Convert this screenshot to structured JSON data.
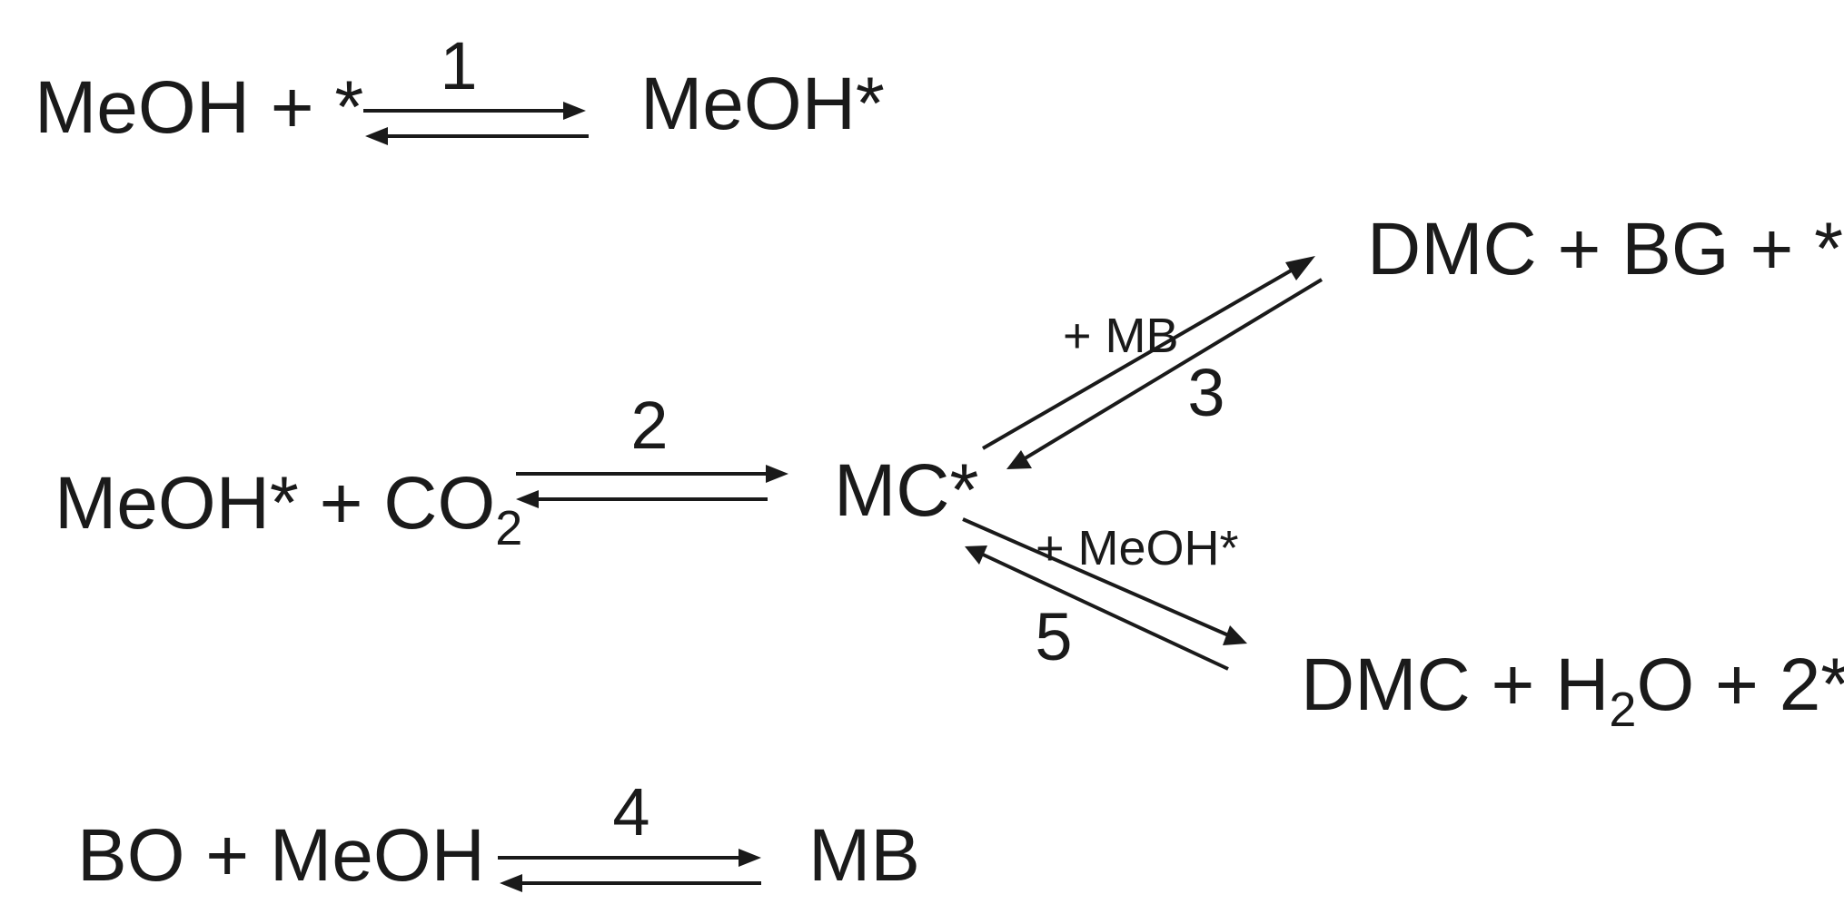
{
  "reactions": {
    "r1": {
      "reactant": "MeOH + *",
      "product": "MeOH*",
      "step": "1"
    },
    "r2": {
      "reactant_main": "MeOH* + CO",
      "reactant_sub": "2",
      "product": "MC*",
      "step": "2"
    },
    "r3": {
      "condition": "+ MB",
      "product": "DMC + BG + *",
      "step": "3"
    },
    "r5": {
      "condition": "+ MeOH*",
      "product_a": "DMC + H",
      "product_sub": "2",
      "product_b": "O + 2*",
      "step": "5"
    },
    "r4": {
      "reactant": "BO + MeOH",
      "product": "MB",
      "step": "4"
    }
  },
  "colors": {
    "ink": "#1a1a1a",
    "background": "#ffffff"
  }
}
